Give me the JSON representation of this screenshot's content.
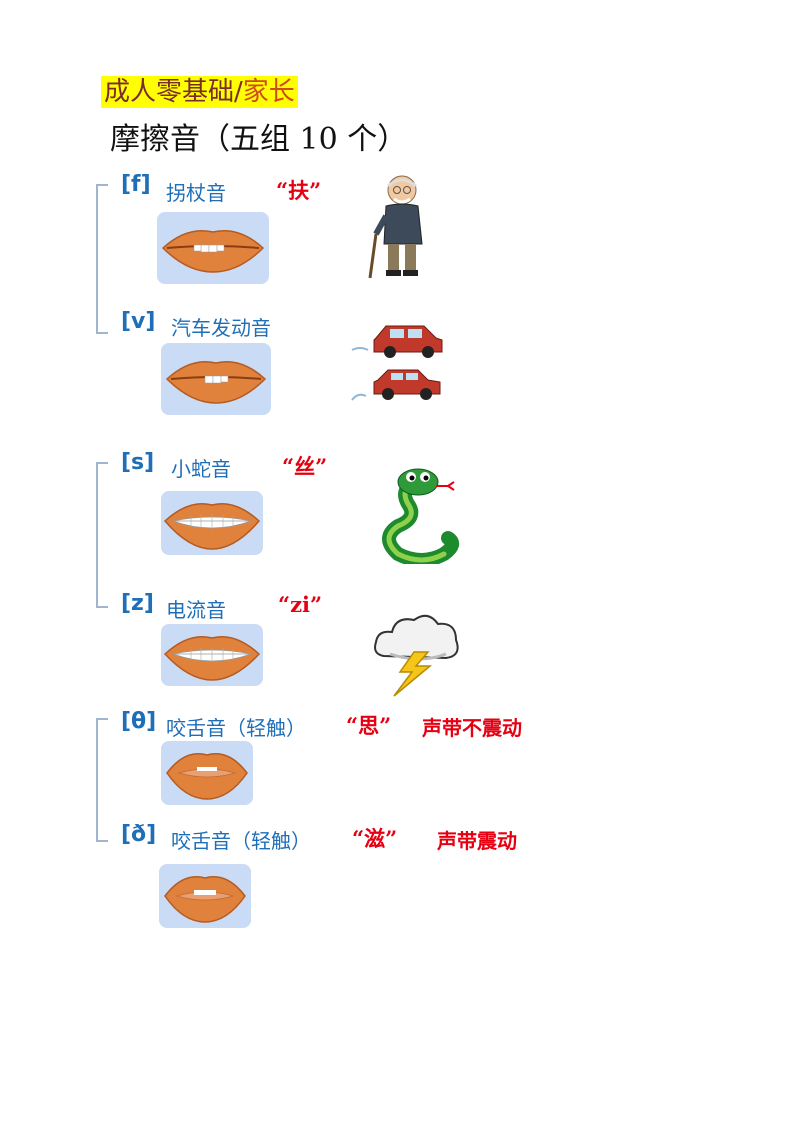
{
  "header": {
    "part1": "成人零基础/",
    "part2": "家长"
  },
  "title": "摩擦音（五组 10 个）",
  "sounds": [
    {
      "ipa": "[f]",
      "desc": "拐杖音",
      "quote": "“扶”",
      "note": "",
      "illustration": "old-man-with-cane"
    },
    {
      "ipa": "[v]",
      "desc": "汽车发动音",
      "quote": "",
      "note": "",
      "illustration": "two-cars"
    },
    {
      "ipa": "[s]",
      "desc": "小蛇音",
      "quote": "“丝”",
      "note": "",
      "illustration": "snake"
    },
    {
      "ipa": "[z]",
      "desc": "电流音",
      "quote": "“zi”",
      "note": "",
      "illustration": "lightning-cloud"
    },
    {
      "ipa": "[θ]",
      "desc": "咬舌音（轻触）",
      "quote": "“思”",
      "note": "声带不震动",
      "illustration": ""
    },
    {
      "ipa": "[ð]",
      "desc": "咬舌音（轻触）",
      "quote": "“滋”",
      "note": "声带震动",
      "illustration": ""
    }
  ],
  "colors": {
    "ipa": "#1f6fb8",
    "quote": "#e60012",
    "lip": "#e0813c",
    "lip_box": "#c9dbf5",
    "highlight": "#ffff00"
  }
}
